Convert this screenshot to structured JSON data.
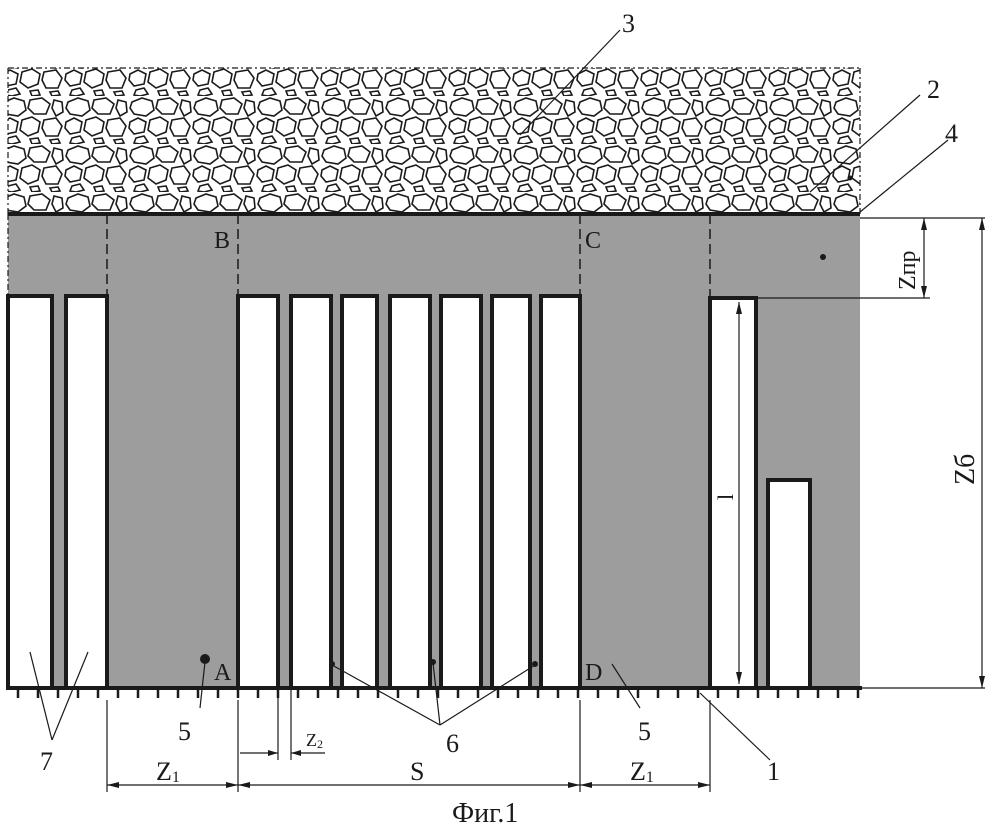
{
  "figure": {
    "caption": "Фиг.1",
    "colors": {
      "rock": "#9d9d9d",
      "ink": "#1a1a1a",
      "paper": "#ffffff"
    },
    "labels": {
      "n1": "1",
      "n2": "2",
      "n3": "3",
      "n4": "4",
      "n5_left": "5",
      "n5_right": "5",
      "n6": "6",
      "n7": "7",
      "A": "A",
      "B": "B",
      "C": "C",
      "D": "D",
      "S": "S",
      "Z1_left_main": "Z",
      "Z1_left_sub": "1",
      "Z1_right_main": "Z",
      "Z1_right_sub": "1",
      "Z2_main": "Z",
      "Z2_sub": "2",
      "Zpr": "Zпр",
      "Zb": "Zб",
      "l": "l"
    }
  }
}
